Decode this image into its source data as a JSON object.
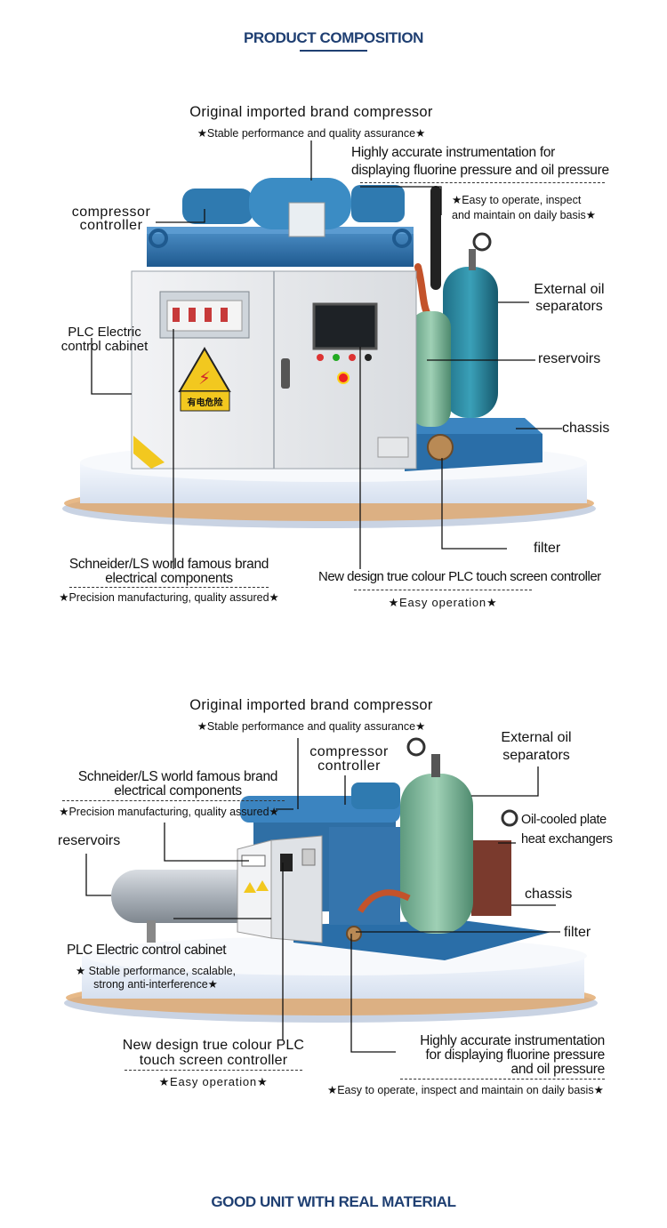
{
  "headings": {
    "top": "PRODUCT COMPOSITION",
    "bottom": "GOOD UNIT WITH REAL MATERIAL"
  },
  "colors": {
    "heading": "#1f3f72",
    "machine_frame": "#2a6ea8",
    "cabinet": "#e9ecef",
    "tank_green": "#7fb59a",
    "pedestal": "#e8eef7"
  },
  "section1": {
    "compressor": "Original imported brand compressor",
    "compressor_note": "★Stable performance and quality assurance★",
    "instrumentation_line1": "Highly accurate instrumentation for",
    "instrumentation_line2": "displaying fluorine pressure and oil pressure",
    "instrumentation_note_line1": "★Easy to operate, inspect",
    "instrumentation_note_line2": "and maintain on daily basis★",
    "controller_line1": "compressor",
    "controller_line2": "controller",
    "oil_sep_line1": "External oil",
    "oil_sep_line2": "separators",
    "plc_line1": "PLC Electric",
    "plc_line2": "control cabinet",
    "reservoirs": "reservoirs",
    "chassis": "chassis",
    "filter": "filter",
    "schneider_line1": "Schneider/LS world famous brand",
    "schneider_line2": "electrical components",
    "schneider_note": "★Precision manufacturing, quality assured★",
    "touch_screen": "New design true colour PLC touch screen controller",
    "touch_note": "★Easy operation★",
    "warning_sign_text": "有电危险"
  },
  "section2": {
    "compressor": "Original imported brand compressor",
    "compressor_note": "★Stable performance and quality assurance★",
    "controller_line1": "compressor",
    "controller_line2": "controller",
    "oil_sep_line1": "External oil",
    "oil_sep_line2": "separators",
    "schneider_line1": "Schneider/LS world famous brand",
    "schneider_line2": "electrical components",
    "schneider_note": "★Precision manufacturing, quality assured★",
    "reservoirs": "reservoirs",
    "plate_hx_line1": "Oil-cooled plate",
    "plate_hx_line2": "heat exchangers",
    "chassis": "chassis",
    "filter": "filter",
    "plc": "PLC Electric control cabinet",
    "plc_note_line1": "★ Stable performance, scalable,",
    "plc_note_line2": "strong anti-interference★",
    "touch_line1": "New design true colour PLC",
    "touch_line2": "touch screen controller",
    "touch_note": "★Easy operation★",
    "instr_line1": "Highly accurate instrumentation",
    "instr_line2": "for displaying fluorine pressure",
    "instr_line3": "and oil pressure",
    "instr_note": "★Easy to operate, inspect and maintain on daily basis★"
  }
}
